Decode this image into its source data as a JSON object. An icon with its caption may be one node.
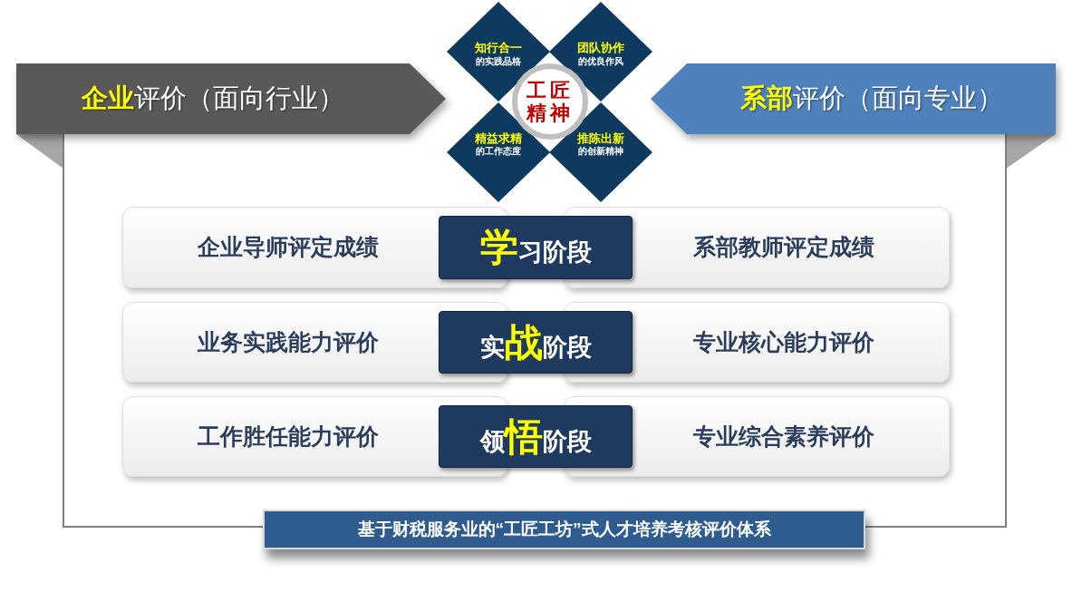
{
  "diagram": {
    "nodes": [
      {
        "text": [
          "**企业**评价（面向行业）"
        ]
      },
      {
        "text": [
          "**系部**评价（面向专业）"
        ]
      },
      {
        "text": [
          "工匠精神"
        ]
      },
      {
        "text": [
          "知行合一",
          "的实践品格"
        ]
      },
      {
        "text": [
          "团队协作",
          "的优良作风"
        ]
      },
      {
        "text": [
          "精益求精",
          "的工作态度"
        ]
      },
      {
        "text": [
          "推陈出新",
          "的创新精神"
        ]
      },
      {
        "text": [
          "企业导师评定成绩"
        ]
      },
      {
        "text": [
          "**学**习阶段"
        ]
      },
      {
        "text": [
          "系部教师评定成绩"
        ]
      },
      {
        "text": [
          "业务实践能力评价"
        ]
      },
      {
        "text": [
          "实**战**阶段"
        ]
      },
      {
        "text": [
          "专业核心能力评价"
        ]
      },
      {
        "text": [
          "工作胜任能力评价"
        ]
      },
      {
        "text": [
          "领**悟**阶段"
        ]
      },
      {
        "text": [
          "专业综合素养评价"
        ]
      },
      {
        "text": [
          "基于财税服务业的“工匠工坊”式人才培养考核评价体系"
        ]
      }
    ],
    "edges": [
      {
        "from": 0,
        "to": 16,
        "arrow": "none"
      },
      {
        "from": 1,
        "to": 16,
        "arrow": "none"
      }
    ]
  }
}
